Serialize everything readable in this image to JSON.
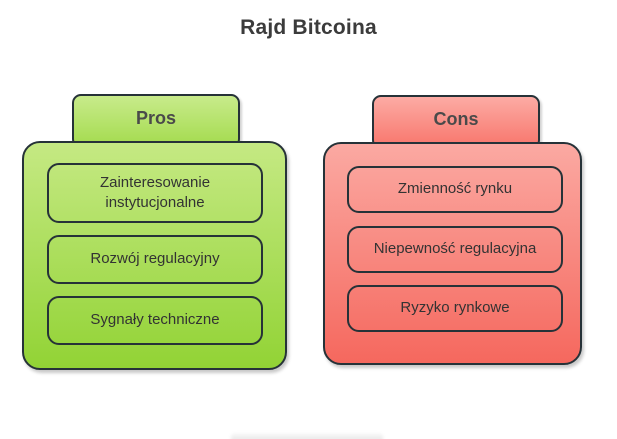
{
  "title": "Rajd Bitcoina",
  "pros": {
    "header": "Pros",
    "items": [
      "Zainteresowanie instytucjonalne",
      "Rozwój regulacyjny",
      "Sygnały techniczne"
    ]
  },
  "cons": {
    "header": "Cons",
    "items": [
      "Zmienność rynku",
      "Niepewność regulacyjna",
      "Ryzyko rynkowe"
    ]
  },
  "colors": {
    "border": "#263238",
    "title_text": "#3b3b3b",
    "header_text": "#4a4a4a",
    "item_text": "#333333",
    "pros_card_top": "#c5e983",
    "pros_card_bottom": "#92d335",
    "pros_tab_top": "#c8eb8b",
    "pros_tab_bottom": "#a4db4e",
    "cons_card_top": "#fba9a2",
    "cons_card_bottom": "#f5685e",
    "cons_tab_top": "#fcaba4",
    "cons_tab_bottom": "#f8766c"
  }
}
